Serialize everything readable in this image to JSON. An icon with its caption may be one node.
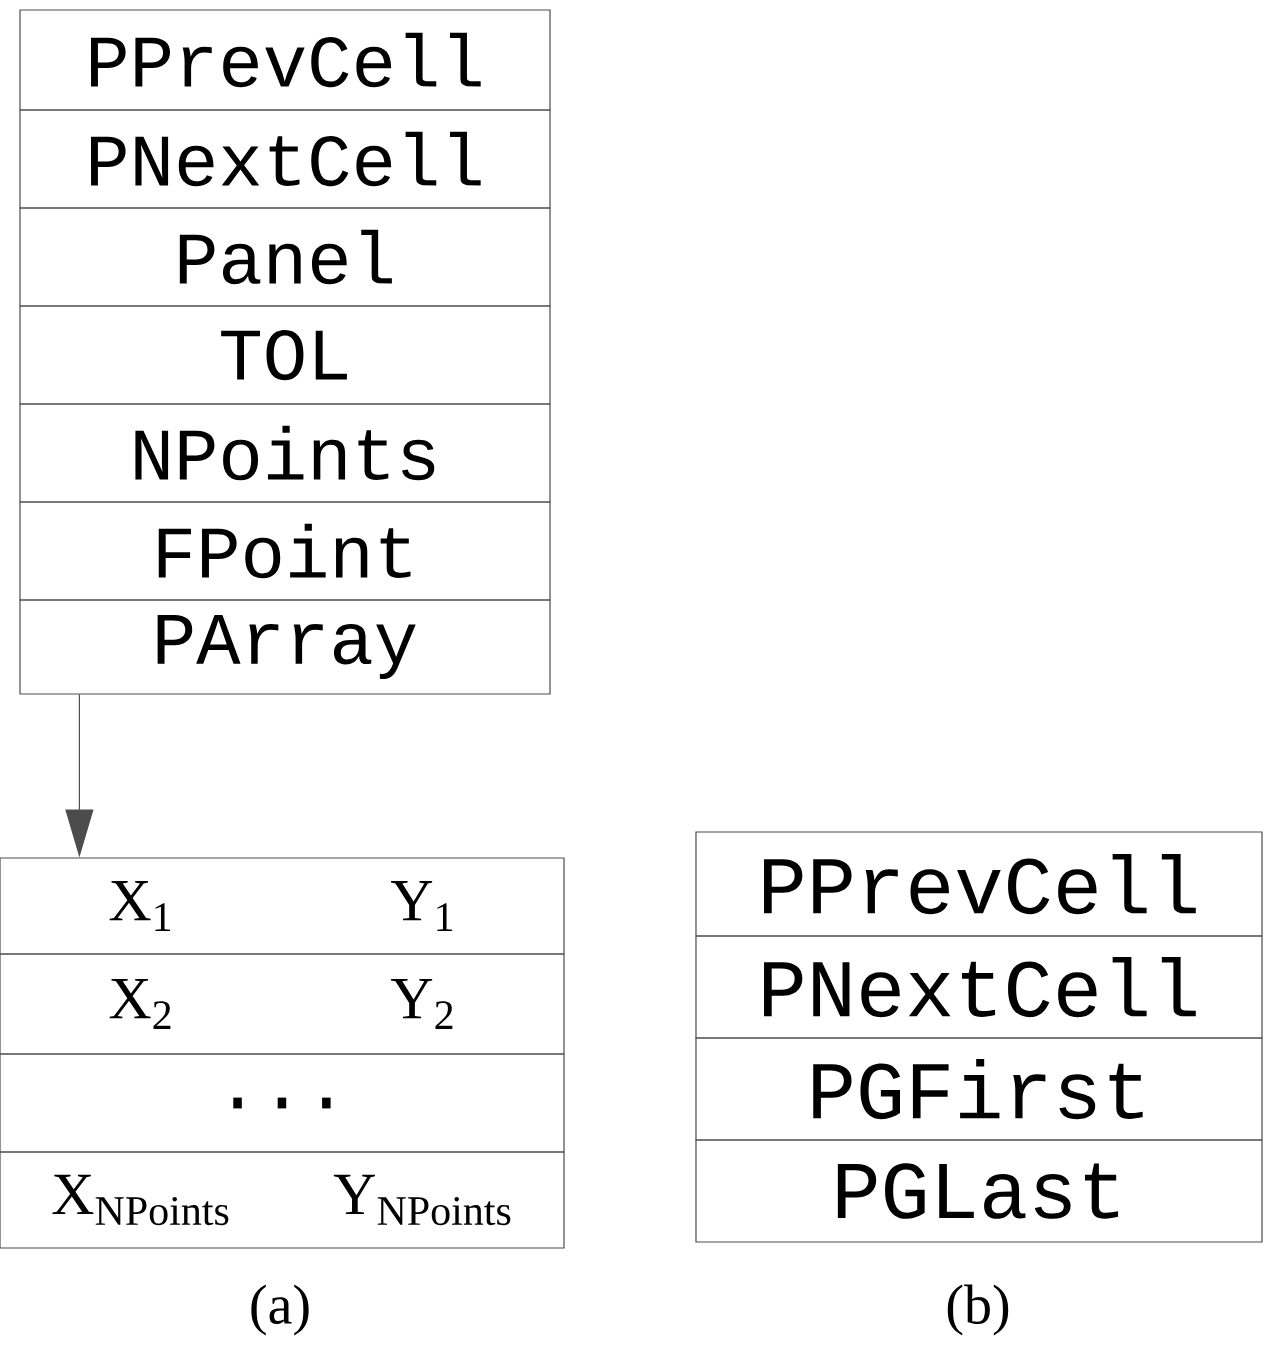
{
  "diagram": {
    "nodes": [
      {
        "text": [
          "PPrevCell"
        ]
      },
      {
        "text": [
          "PNextCell"
        ]
      },
      {
        "text": [
          "Panel"
        ]
      },
      {
        "text": [
          "TOL"
        ]
      },
      {
        "text": [
          "NPoints"
        ]
      },
      {
        "text": [
          "FPoint"
        ]
      },
      {
        "text": [
          "PArray"
        ]
      },
      {
        "text": [
          "X$_{1}$",
          "Y$_{1}$"
        ]
      },
      {
        "text": [
          "X$_{2}$",
          "Y$_{2}$"
        ]
      },
      {
        "text": [
          "..."
        ]
      },
      {
        "text": [
          "X$_{NPoints}$",
          "Y$_{NPoints}$"
        ]
      },
      {
        "text": [
          "PPrevCell"
        ]
      },
      {
        "text": [
          "PNextCell"
        ]
      },
      {
        "text": [
          "PGFirst"
        ]
      },
      {
        "text": [
          "PGLast"
        ]
      }
    ],
    "edges": [
      {
        "from": 6,
        "to": 7,
        "arrow": "to"
      }
    ],
    "labels": [
      "(a)",
      "(b)"
    ]
  }
}
